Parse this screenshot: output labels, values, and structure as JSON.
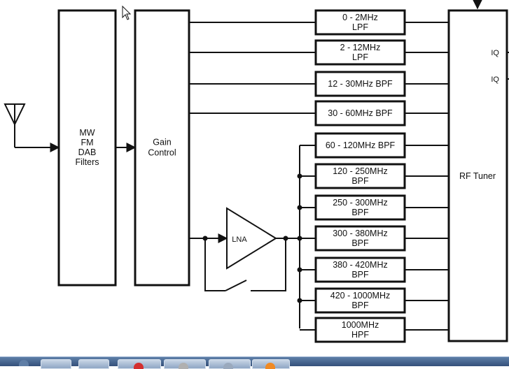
{
  "diagram": {
    "filters_block": [
      "MW",
      "FM",
      "DAB",
      "Filters"
    ],
    "gain_block": [
      "Gain",
      "Control"
    ],
    "lna_label": "LNA",
    "tuner_label": "RF Tuner",
    "iq_labels": [
      "IQ",
      "IQ"
    ],
    "direct_filters": [
      [
        "0 - 2MHz",
        "LPF"
      ],
      [
        "2 - 12MHz",
        "LPF"
      ],
      [
        "12 - 30MHz BPF"
      ],
      [
        "30 - 60MHz BPF"
      ]
    ],
    "lna_filters": [
      [
        "60 - 120MHz BPF"
      ],
      [
        "120 - 250MHz",
        "BPF"
      ],
      [
        "250 - 300MHz",
        "BPF"
      ],
      [
        "300 - 380MHz",
        "BPF"
      ],
      [
        "380 - 420MHz",
        "BPF"
      ],
      [
        "420 - 1000MHz",
        "BPF"
      ],
      [
        "1000MHz",
        "HPF"
      ]
    ]
  },
  "icons": {
    "antenna": "antenna-icon",
    "cursor": "mouse-pointer-icon",
    "taskbar_apps": [
      "start-orb-icon",
      "explorer-icon",
      "media-icon",
      "chrome-icon",
      "app-icon",
      "window-icon",
      "browser-icon"
    ]
  },
  "colors": {
    "taskbar": "#4a6a96",
    "ink": "#111111"
  }
}
